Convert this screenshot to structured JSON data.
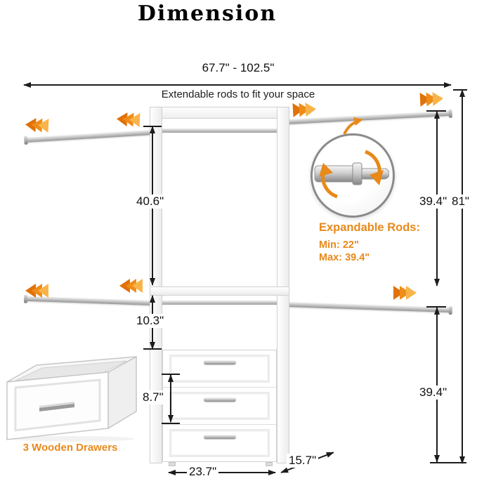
{
  "title": "Dimension",
  "top_dimension": {
    "range": "67.7\" - 102.5\"",
    "note": "Extendable rods to fit your space"
  },
  "dimensions": {
    "upper_section_height": "40.6\"",
    "shelf_gap": "10.3\"",
    "drawer_height": "8.7\"",
    "width": "23.7\"",
    "depth": "15.7\"",
    "right_upper": "39.4\"",
    "total_height": "81\"",
    "right_lower": "39.4\""
  },
  "rod_inset": {
    "heading": "Expandable Rods:",
    "min": "Min: 22\"",
    "max": "Max: 39.4\""
  },
  "drawer_callout": "3 Wooden Drawers",
  "icons": {
    "extend_arrow": "double-chevron",
    "rotate_arrow": "curved-arrow"
  },
  "colors": {
    "accent_orange": "#E8891A",
    "dimension_line": "#1C1C1C",
    "rod_gray": "#B9B9B9"
  }
}
